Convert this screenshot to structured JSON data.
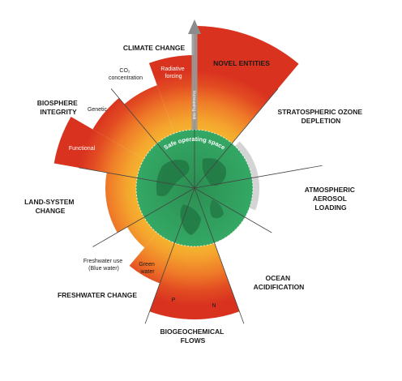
{
  "safe_operating_space": "Safe operating space",
  "increasing_risk": "Increasing risk",
  "categories": {
    "climate_change": "CLIMATE CHANGE",
    "novel_entities": "NOVEL ENTITIES",
    "stratospheric_ozone": [
      "STRATOSPHERIC OZONE",
      "DEPLETION"
    ],
    "atmospheric_aerosol": [
      "ATMOSPHERIC",
      "AEROSOL",
      "LOADING"
    ],
    "ocean_acidification": [
      "OCEAN",
      "ACIDIFICATION"
    ],
    "biogeochemical_flows": [
      "BIOGEOCHEMICAL",
      "FLOWS"
    ],
    "freshwater_change": "FRESHWATER CHANGE",
    "land_system_change": [
      "LAND-SYSTEM",
      "CHANGE"
    ],
    "biosphere_integrity": [
      "BIOSPHERE",
      "INTEGRITY"
    ]
  },
  "sub_labels": {
    "co2": [
      "CO₂",
      "concentration"
    ],
    "radiative": [
      "Radiative",
      "forcing"
    ],
    "genetic": "Genetic",
    "functional": "Functional",
    "blue_water": [
      "Freshwater use",
      "(Blue water)"
    ],
    "green_water": [
      "Green",
      "water"
    ],
    "p": "P",
    "n": "N"
  },
  "colors": {
    "safe_green": "#2e9a5a",
    "dark_green": "#1f7a44",
    "zone_yellow": "#f6c02e",
    "zone_orange": "#ef8a2a",
    "zone_red": "#d9331f",
    "ozone_grey": "#c9c9c9",
    "divider": "#444444"
  }
}
